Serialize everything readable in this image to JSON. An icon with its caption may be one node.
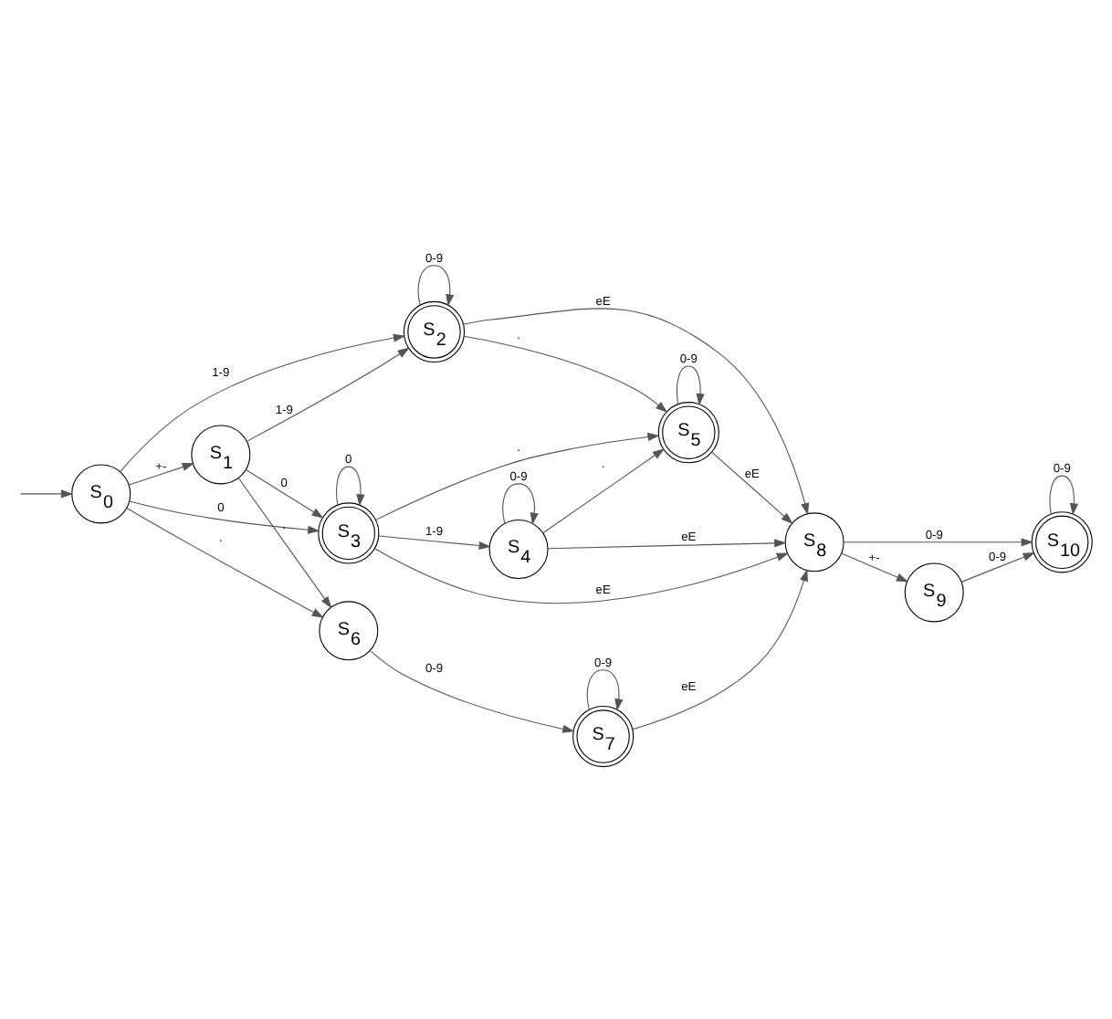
{
  "diagram": {
    "nodes": [
      {
        "text": [
          "S$_{0}$"
        ]
      },
      {
        "text": [
          "S$_{1}$"
        ]
      },
      {
        "text": [
          "S$_{2}$"
        ]
      },
      {
        "text": [
          "S$_{3}$"
        ]
      },
      {
        "text": [
          "S$_{4}$"
        ]
      },
      {
        "text": [
          "S$_{5}$"
        ]
      },
      {
        "text": [
          "S$_{6}$"
        ]
      },
      {
        "text": [
          "S$_{7}$"
        ]
      },
      {
        "text": [
          "S$_{8}$"
        ]
      },
      {
        "text": [
          "S$_{9}$"
        ]
      },
      {
        "text": [
          "S$_{10}$"
        ]
      }
    ],
    "edges": [
      {
        "from": null,
        "to": 0,
        "arrow": "to"
      },
      {
        "from": 0,
        "to": 2,
        "arrow": "to",
        "label": "1-9"
      },
      {
        "from": 0,
        "to": 1,
        "arrow": "to",
        "label": "+-"
      },
      {
        "from": 0,
        "to": 3,
        "arrow": "to",
        "label": "0"
      },
      {
        "from": 0,
        "to": 6,
        "arrow": "to",
        "label": "."
      },
      {
        "from": 1,
        "to": 2,
        "arrow": "to",
        "label": "1-9"
      },
      {
        "from": 1,
        "to": 3,
        "arrow": "to",
        "label": "0"
      },
      {
        "from": 1,
        "to": 6,
        "arrow": "to",
        "label": "."
      },
      {
        "from": 2,
        "to": 2,
        "arrow": "to",
        "label": "0-9"
      },
      {
        "from": 2,
        "to": 5,
        "arrow": "to",
        "label": "."
      },
      {
        "from": 2,
        "to": 8,
        "arrow": "to",
        "label": "eE"
      },
      {
        "from": 3,
        "to": 5,
        "arrow": "to",
        "label": "."
      },
      {
        "from": 3,
        "to": 4,
        "arrow": "to",
        "label": "1-9"
      },
      {
        "from": 3,
        "to": 3,
        "arrow": "to",
        "label": "0"
      },
      {
        "from": 3,
        "to": 8,
        "arrow": "to",
        "label": "eE"
      },
      {
        "from": 4,
        "to": 4,
        "arrow": "to",
        "label": "0-9"
      },
      {
        "from": 4,
        "to": 5,
        "arrow": "to",
        "label": "."
      },
      {
        "from": 4,
        "to": 8,
        "arrow": "to",
        "label": "eE"
      },
      {
        "from": 5,
        "to": 5,
        "arrow": "to",
        "label": "0-9"
      },
      {
        "from": 5,
        "to": 8,
        "arrow": "to",
        "label": "eE"
      },
      {
        "from": 6,
        "to": 7,
        "arrow": "to",
        "label": "0-9"
      },
      {
        "from": 7,
        "to": 7,
        "arrow": "to",
        "label": "0-9"
      },
      {
        "from": 7,
        "to": 8,
        "arrow": "to",
        "label": "eE"
      },
      {
        "from": 8,
        "to": 10,
        "arrow": "to",
        "label": "0-9"
      },
      {
        "from": 8,
        "to": 9,
        "arrow": "to",
        "label": "+-"
      },
      {
        "from": 9,
        "to": 10,
        "arrow": "to",
        "label": "0-9"
      },
      {
        "from": 10,
        "to": 10,
        "arrow": "to",
        "label": "0-9"
      }
    ]
  }
}
